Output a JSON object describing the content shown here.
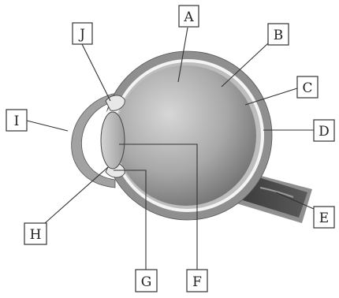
{
  "labels": {
    "A": "A",
    "B": "B",
    "C": "C",
    "D": "D",
    "E": "E",
    "F": "F",
    "G": "G",
    "H": "H",
    "I": "I",
    "J": "J"
  },
  "colors": {
    "sclera": "#8f8f8f",
    "retina_band": "#f2f2f2",
    "choroid_ring": "#c8c8c8",
    "vitreous_light": "#cfcfcf",
    "vitreous_dark": "#6f6f6f",
    "cornea": "#9a9a9a",
    "lens": "#b9b9b9",
    "optic_nerve": "#4a4a4a",
    "label_border": "#333333"
  }
}
